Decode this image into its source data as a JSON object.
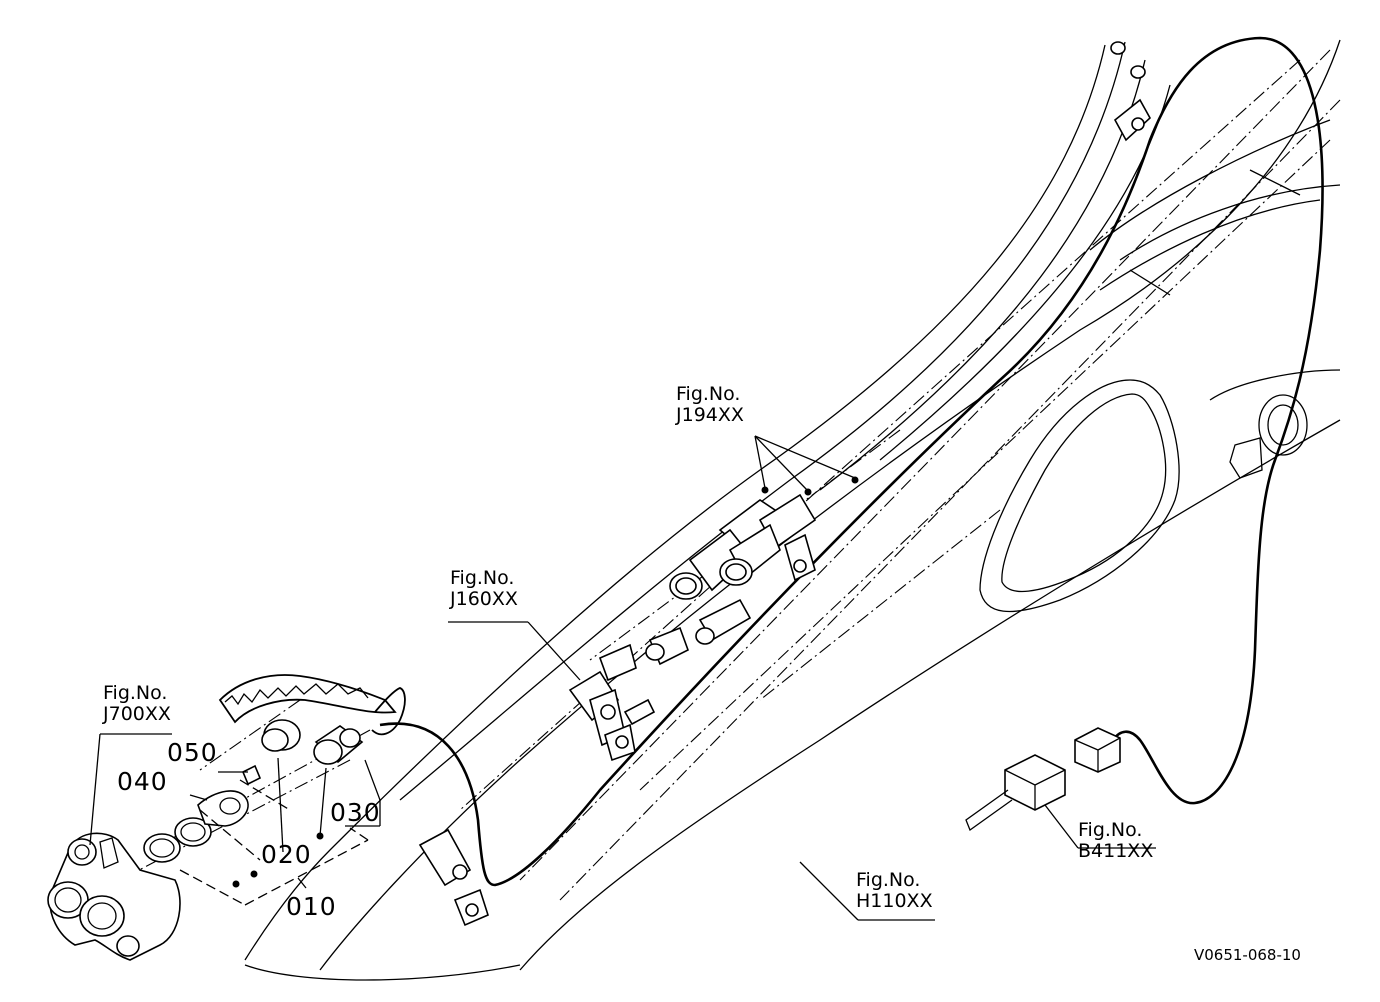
{
  "figure_refs": {
    "j194": {
      "line1": "Fig.No.",
      "line2": "J194XX"
    },
    "j160": {
      "line1": "Fig.No.",
      "line2": "J160XX"
    },
    "j700": {
      "line1": "Fig.No.",
      "line2": "J700XX"
    },
    "b411": {
      "line1": "Fig.No.",
      "line2": "B411XX"
    },
    "h110": {
      "line1": "Fig.No.",
      "line2": "H110XX"
    }
  },
  "part_numbers": {
    "p050": "050",
    "p040": "040",
    "p030": "030",
    "p020": "020",
    "p010": "010"
  },
  "drawing_code": "V0651-068-10"
}
